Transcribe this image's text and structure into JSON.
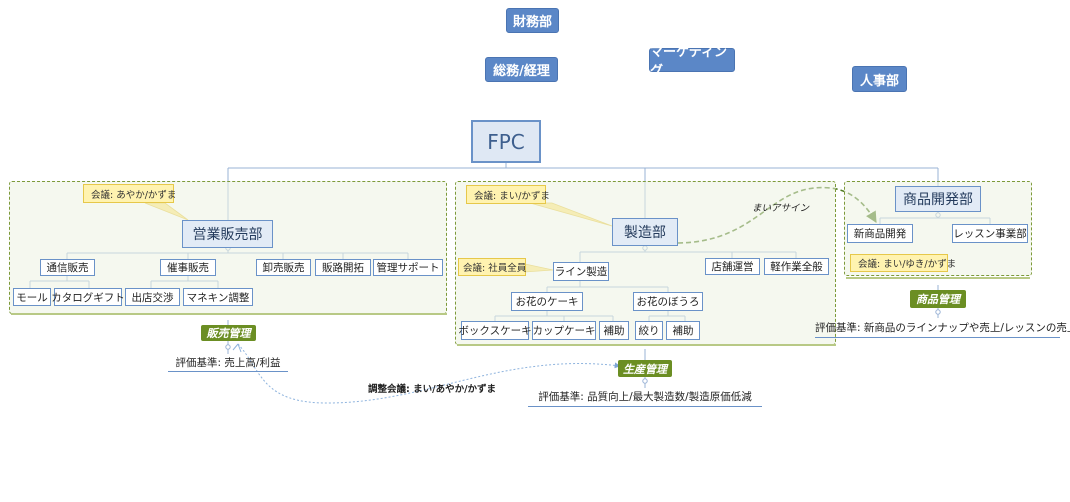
{
  "floating_depts": [
    "財務部",
    "総務/経理",
    "マーケティング",
    "人事部"
  ],
  "root": "FPC",
  "groups": {
    "sales": {
      "dept": "営業販売部",
      "note": "会議: あやか/かずま",
      "l2": [
        "通信販売",
        "催事販売",
        "卸売販売",
        "販路開拓",
        "管理サポート"
      ],
      "l3": [
        "モール",
        "カタログギフト",
        "出店交渉",
        "マネキン調整"
      ],
      "tag": "販売管理",
      "criteria": "評価基準: 売上高/利益"
    },
    "production": {
      "dept": "製造部",
      "note": "会議: まい/かずま",
      "l2": [
        "ライン製造",
        "店舗運営",
        "軽作業全般"
      ],
      "line_note": "会議: 社員全員",
      "l3": [
        "お花のケーキ",
        "お花のぼうろ"
      ],
      "l4": [
        "ボックスケーキ",
        "カップケーキ",
        "補助",
        "絞り",
        "補助"
      ],
      "tag": "生産管理",
      "criteria": "評価基準: 品質向上/最大製造数/製造原価低減"
    },
    "product": {
      "dept": "商品開発部",
      "l2": [
        "新商品開発",
        "レッスン事業部"
      ],
      "note": "会議: まい/ゆき/かずま",
      "tag": "商品管理",
      "criteria": "評価基準: 新商品のラインナップや売上/レッスンの売上"
    }
  },
  "connection_labels": {
    "assign": "まいアサイン",
    "adjust": "調整会議: まい/あやか/かずま"
  },
  "colors": {
    "pill": "#5b87c7",
    "dept_border": "#6a92c8",
    "group_border": "#7d9a3a",
    "tag": "#6b8e23",
    "note": "#fff3b0"
  }
}
